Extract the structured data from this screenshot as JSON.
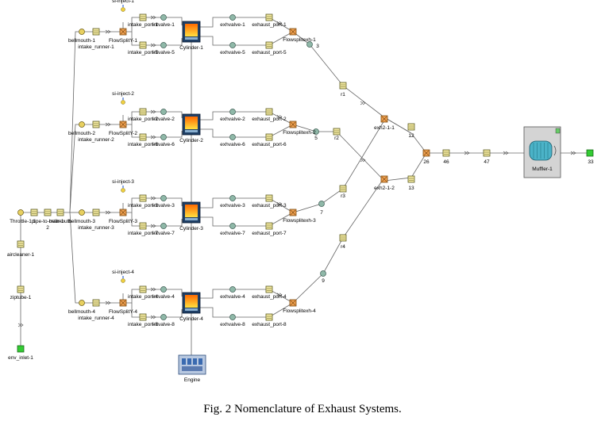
{
  "caption": "Fig. 2 Nomenclature of Exhaust Systems.",
  "labels": {
    "si": [
      "si-inject-1",
      "si-inject-2",
      "si-inject-3",
      "si-inject-4"
    ],
    "intake_port": [
      "intake_port-1",
      "intake_port-5",
      "intake_port-2",
      "intake_port-6",
      "intake_port-3",
      "intake_port-7",
      "intake_port-4",
      "intake_port-8"
    ],
    "intvalve": [
      "intvalve-1",
      "intvalve-5",
      "intvalve-2",
      "intvalve-6",
      "intvalve-3",
      "intvalve-7",
      "intvalve-4",
      "intvalve-8"
    ],
    "cylinder": [
      "Cylinder-1",
      "Cylinder-2",
      "Cylinder-3",
      "Cylinder-4"
    ],
    "exhvalve": [
      "exhvalve-1",
      "exhvalve-5",
      "exhvalve-2",
      "exhvalve-6",
      "exhvalve-3",
      "exhvalve-7",
      "exhvalve-4",
      "exhvalve-8"
    ],
    "exhaust_port": [
      "exhaust_port-1",
      "exhaust_port-5",
      "exhaust_port-2",
      "exhaust_port-6",
      "exhaust_port-3",
      "exhaust_port-7",
      "exhaust_port-4",
      "exhaust_port-8"
    ],
    "flowsplit_exh": [
      "Flowsplitexh-1",
      "Flowsplitexh-2",
      "Flowsplitexh-3",
      "Flowsplitexh-4"
    ],
    "bellmouth": [
      "bellmouth-1",
      "bellmouth-2",
      "bellmouth-3",
      "bellmouth-4"
    ],
    "intake_runner": [
      "intake_runner-1",
      "intake_runner-2",
      "intake_runner-3",
      "intake_runner-4"
    ],
    "flowsplit_y": [
      "FlowSplitY-1",
      "FlowSplitY-2",
      "FlowSplitY-3",
      "FlowSplitY-4"
    ],
    "throttle": "Throttle-1",
    "pipe_to_man": "pipe-to-man-1",
    "bellmouth_main": "bellmouth",
    "aircleaner": "aircleaner-1",
    "ziptube": "ziptube-1",
    "env_inlet": "env_inlet-1",
    "engine": "Engine",
    "muffler": "Muffler-1",
    "junction": [
      "exh2-1-1",
      "exh2-1-2"
    ],
    "pipe_r": [
      "r1",
      "r2",
      "r3",
      "r4"
    ],
    "nums": [
      "1",
      "2",
      "3",
      "5",
      "7",
      "9",
      "12",
      "13",
      "26",
      "46",
      "47",
      "33"
    ]
  },
  "colors": {
    "line": "#666666",
    "component": "#f2e8a0",
    "component_border": "#5a5a20",
    "valve": "#8fb8a8",
    "flowsplit": "#f0a050",
    "cylinder": "#1f3f66",
    "flame": "#ffd040",
    "muffler_box": "#d4d4d4",
    "muffler_body": "#4bb3c8",
    "env": "#33cc33",
    "inject": "#f0d040"
  }
}
